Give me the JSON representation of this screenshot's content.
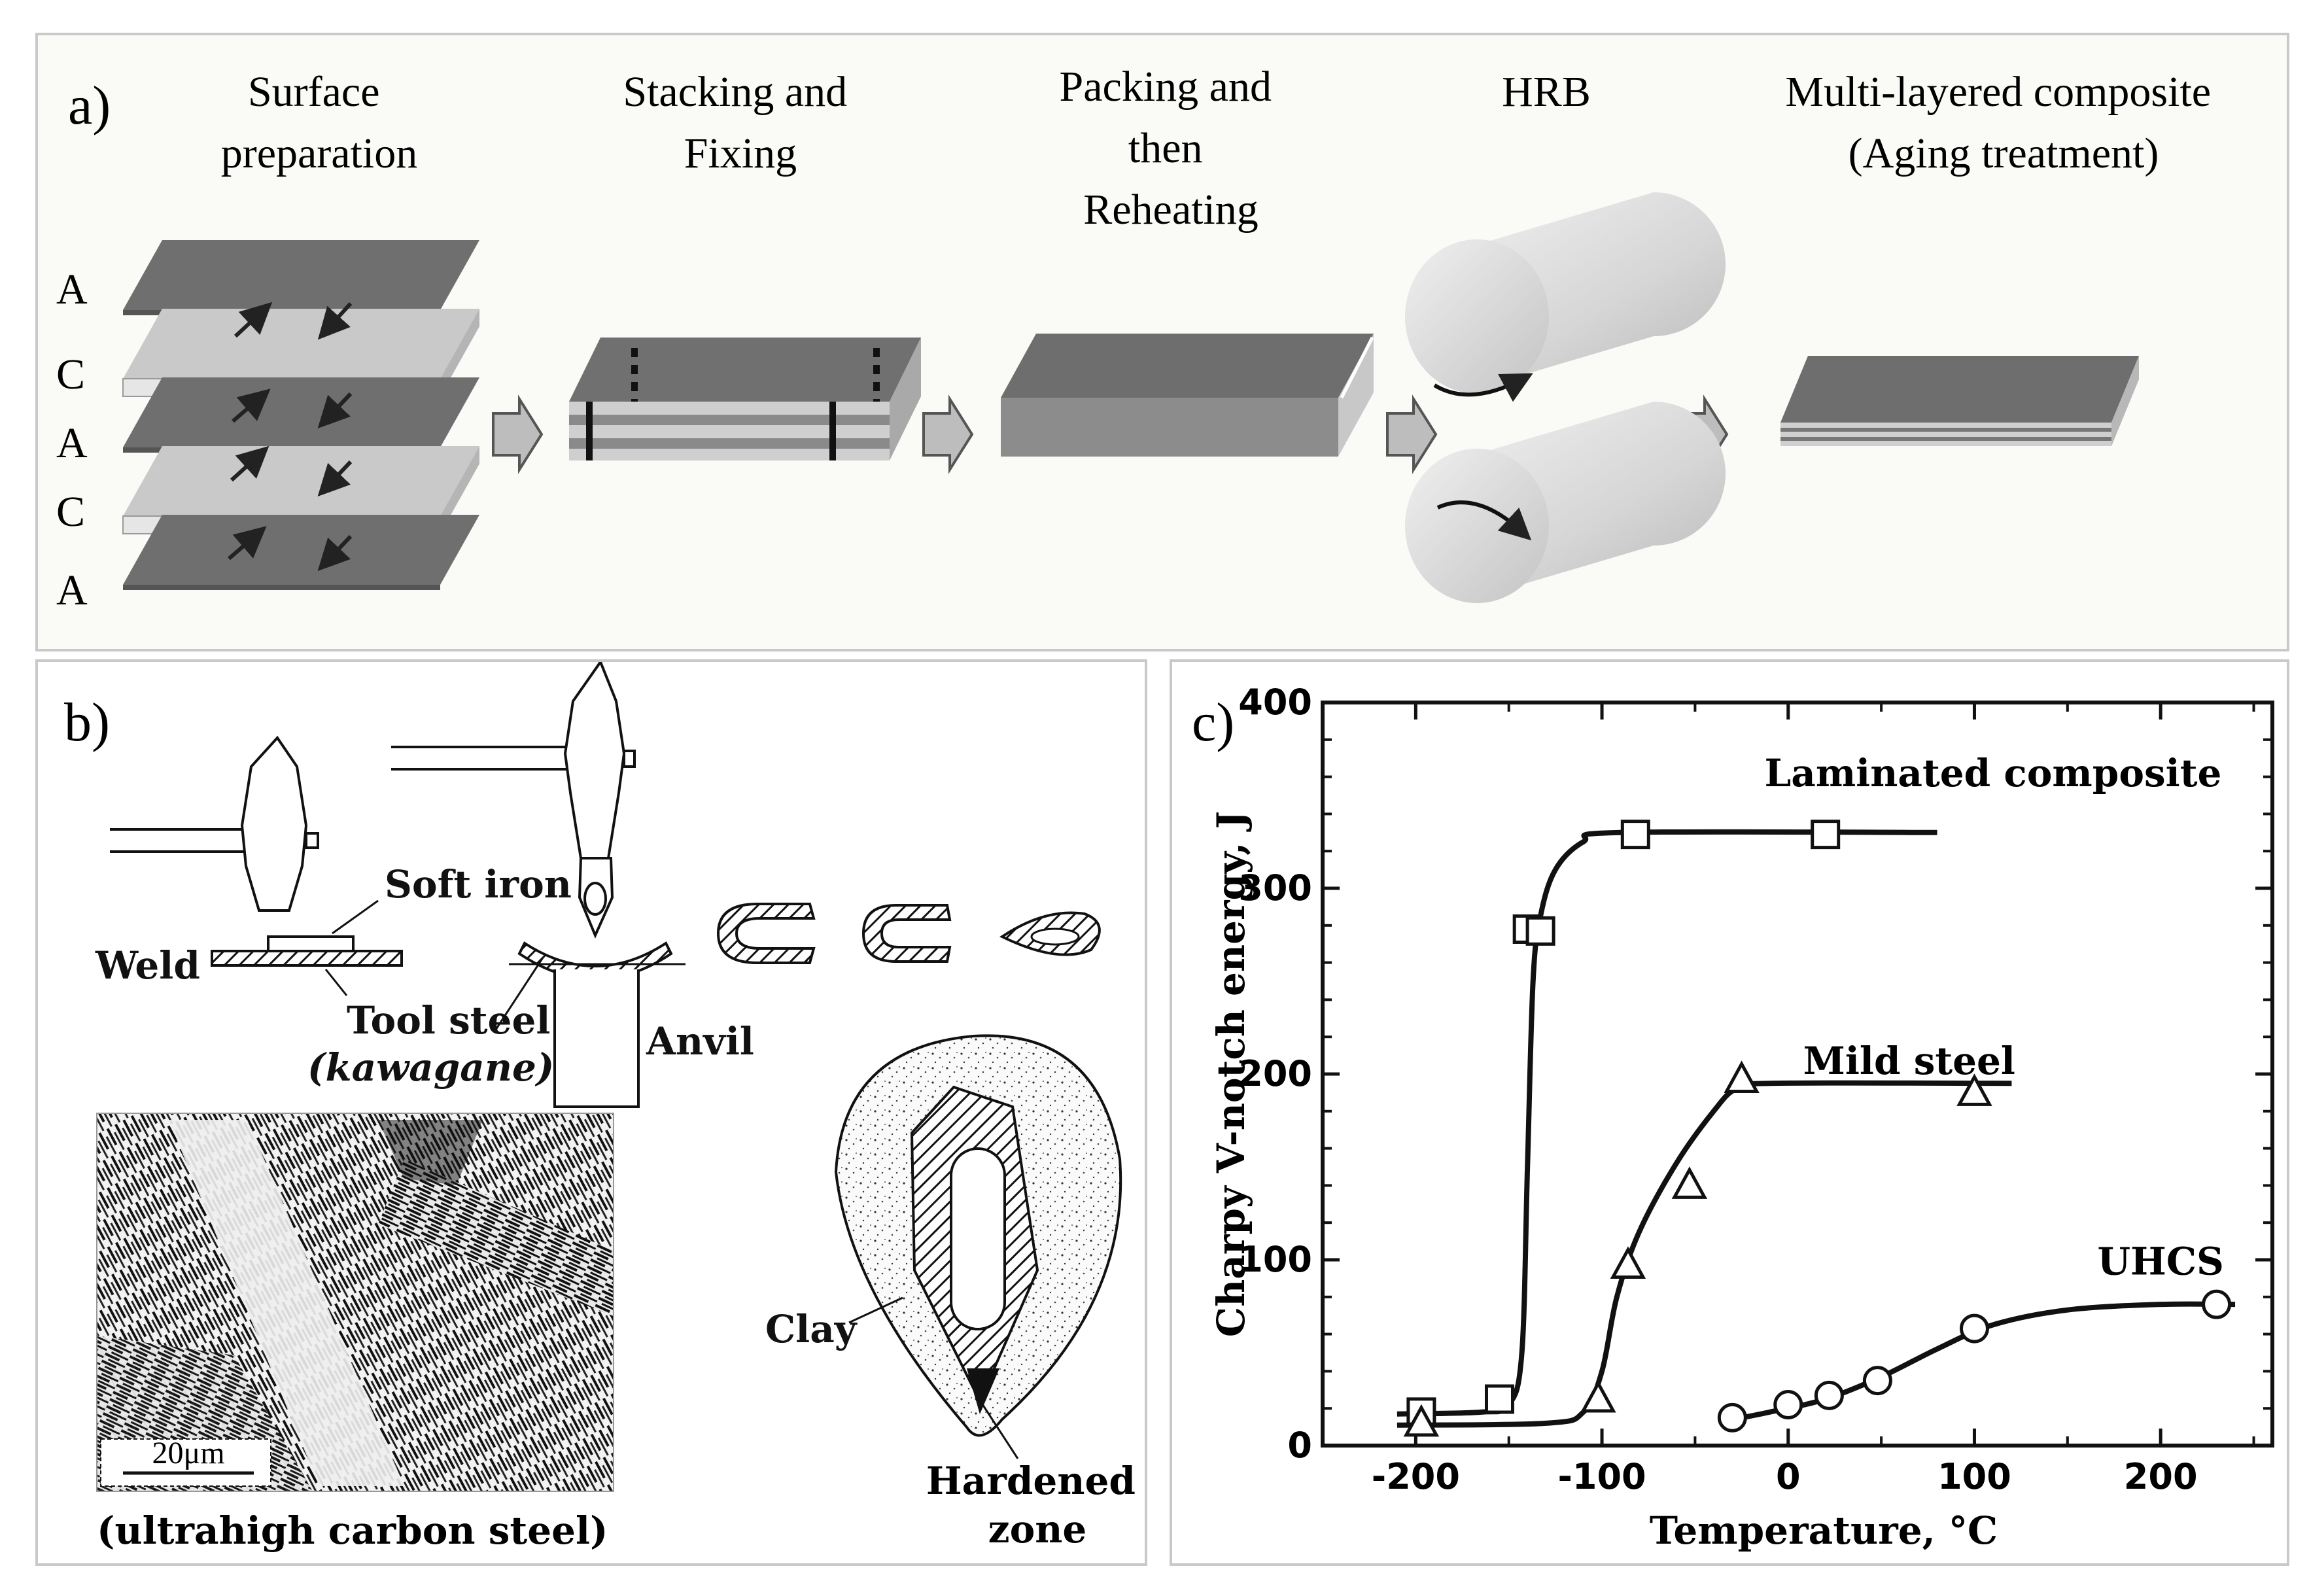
{
  "panel_a": {
    "label": "a)",
    "steps": [
      {
        "title_lines": [
          "Surface",
          "preparation"
        ]
      },
      {
        "title_lines": [
          "Stacking and",
          "Fixing"
        ]
      },
      {
        "title_lines": [
          "Packing and",
          "then",
          "Reheating"
        ]
      },
      {
        "title_lines": [
          "HRB"
        ]
      },
      {
        "title_lines": [
          "Multi-layered composite",
          "(Aging treatment)"
        ]
      }
    ],
    "layer_letters": [
      "A",
      "C",
      "A",
      "C",
      "A"
    ]
  },
  "panel_b": {
    "label": "b)",
    "weld": "Weld",
    "soft_iron": "Soft iron",
    "tool_steel": "Tool steel",
    "kawagane": "(kawagane)",
    "anvil": "Anvil",
    "clay": "Clay",
    "hardened_lines": [
      "Hardened",
      "zone"
    ],
    "scale_bar": "20μm",
    "micro_caption": "(ultrahigh carbon steel)"
  },
  "panel_c": {
    "label": "c)",
    "series_labels": [
      "Laminated composite",
      "Mild steel",
      "UHCS"
    ]
  },
  "chart_data": {
    "type": "line",
    "title": "",
    "xlabel": "Temperature, °C",
    "ylabel": "Charpy V-notch energy, J",
    "xlim": [
      -250,
      260
    ],
    "ylim": [
      0,
      400
    ],
    "xticks": [
      -200,
      -100,
      0,
      100,
      200
    ],
    "yticks": [
      0,
      100,
      200,
      300,
      400
    ],
    "series": [
      {
        "name": "Laminated composite",
        "marker": "square",
        "points": [
          [
            -197,
            18
          ],
          [
            -155,
            25
          ],
          [
            -140,
            278
          ],
          [
            -133,
            277
          ],
          [
            -82,
            329
          ],
          [
            20,
            329
          ]
        ],
        "curve": [
          [
            -210,
            17
          ],
          [
            -165,
            18
          ],
          [
            -150,
            22
          ],
          [
            -143,
            50
          ],
          [
            -140,
            150
          ],
          [
            -137,
            250
          ],
          [
            -133,
            285
          ],
          [
            -125,
            310
          ],
          [
            -110,
            325
          ],
          [
            -90,
            330
          ],
          [
            80,
            330
          ]
        ]
      },
      {
        "name": "Mild steel",
        "marker": "triangle",
        "points": [
          [
            -197,
            12
          ],
          [
            -102,
            25
          ],
          [
            -86,
            97
          ],
          [
            -53,
            140
          ],
          [
            -25,
            197
          ],
          [
            100,
            190
          ]
        ],
        "curve": [
          [
            -210,
            11
          ],
          [
            -130,
            12
          ],
          [
            -110,
            18
          ],
          [
            -100,
            40
          ],
          [
            -92,
            80
          ],
          [
            -80,
            115
          ],
          [
            -60,
            152
          ],
          [
            -40,
            180
          ],
          [
            -28,
            192
          ],
          [
            -10,
            195
          ],
          [
            120,
            195
          ]
        ]
      },
      {
        "name": "UHCS",
        "marker": "circle",
        "points": [
          [
            -30,
            15
          ],
          [
            0,
            22
          ],
          [
            22,
            27
          ],
          [
            48,
            35
          ],
          [
            100,
            63
          ],
          [
            230,
            76
          ]
        ],
        "curve": [
          [
            -35,
            13
          ],
          [
            -10,
            18
          ],
          [
            20,
            25
          ],
          [
            50,
            37
          ],
          [
            80,
            52
          ],
          [
            110,
            65
          ],
          [
            150,
            73
          ],
          [
            200,
            76
          ],
          [
            240,
            76
          ]
        ]
      }
    ]
  }
}
